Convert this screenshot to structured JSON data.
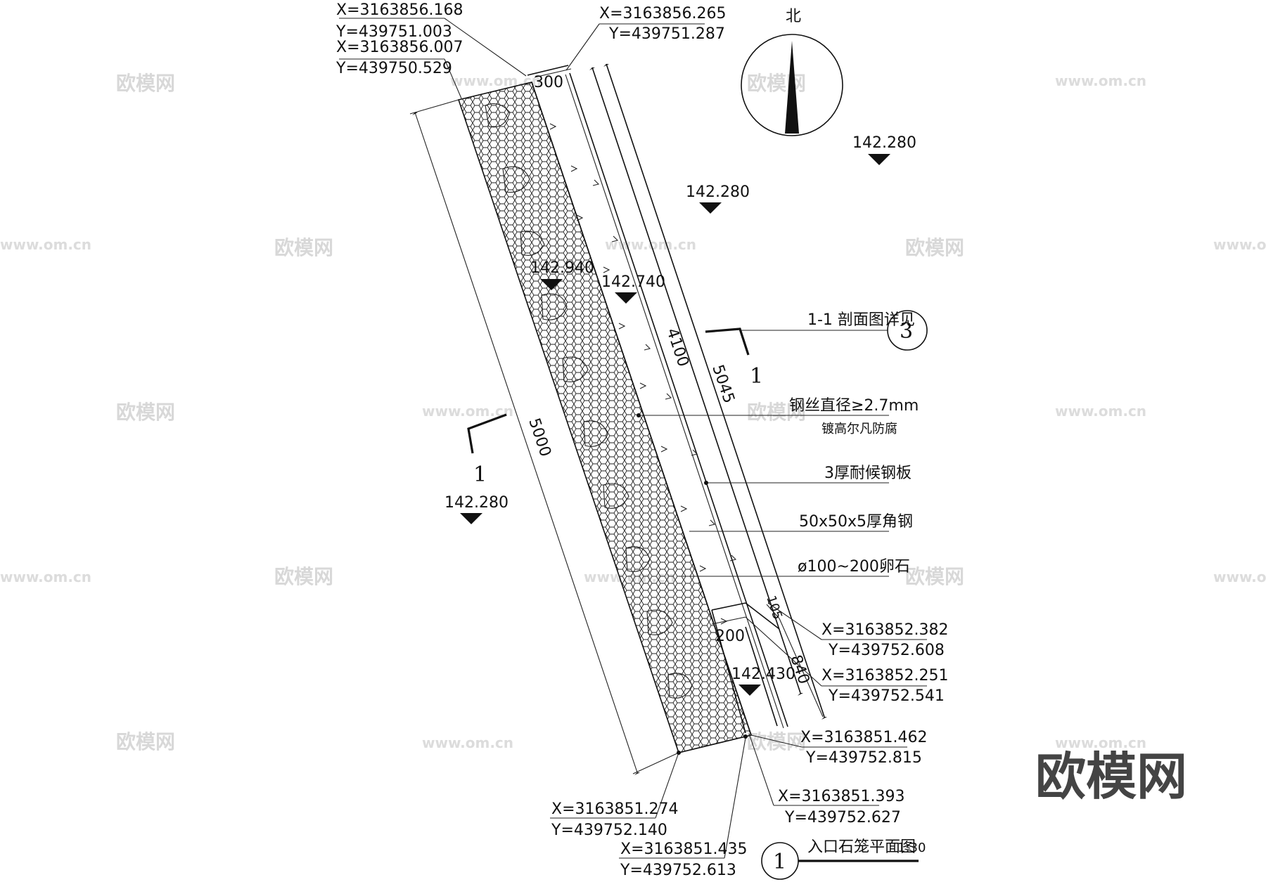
{
  "watermark": {
    "logo_text": "欧模网",
    "url_text": "www.om.cn"
  },
  "brand_logo": "欧模网",
  "north_arrow": {
    "label": "北"
  },
  "title_block": {
    "number": "1",
    "title": "入口石笼平面图",
    "scale": "1:30"
  },
  "section_ref": {
    "note": "1-1 剖面图详见",
    "detail_number": "3",
    "cut_label": "1"
  },
  "elevations": [
    "142.280",
    "142.280",
    "142.740",
    "142.280",
    "142.430",
    "142.940"
  ],
  "dimensions": {
    "d300": "300",
    "d4100": "4100",
    "d5045": "5045",
    "d5000": "5000",
    "d105": "105",
    "d840": "840",
    "d200": "200"
  },
  "material_notes": [
    {
      "line1": "钢丝直径≥2.7mm",
      "line2": "镀高尔凡防腐"
    },
    {
      "line1": "3厚耐候钢板"
    },
    {
      "line1": "50x50x5厚角钢"
    },
    {
      "line1": "ø100~200卵石"
    }
  ],
  "coordinates": {
    "top_left_a": {
      "x": "X=3163856.168",
      "y": "Y=439751.003"
    },
    "top_left_b": {
      "x": "X=3163856.007",
      "y": "Y=439750.529"
    },
    "top_right": {
      "x": "X=3163856.265",
      "y": "Y=439751.287"
    },
    "right_1": {
      "x": "X=3163852.382",
      "y": "Y=439752.608"
    },
    "right_2": {
      "x": "X=3163852.251",
      "y": "Y=439752.541"
    },
    "right_3": {
      "x": "X=3163851.462",
      "y": "Y=439752.815"
    },
    "right_4": {
      "x": "X=3163851.393",
      "y": "Y=439752.627"
    },
    "bottom_1": {
      "x": "X=3163851.274",
      "y": "Y=439752.140"
    },
    "bottom_2": {
      "x": "X=3163851.435",
      "y": "Y=439752.613"
    }
  }
}
